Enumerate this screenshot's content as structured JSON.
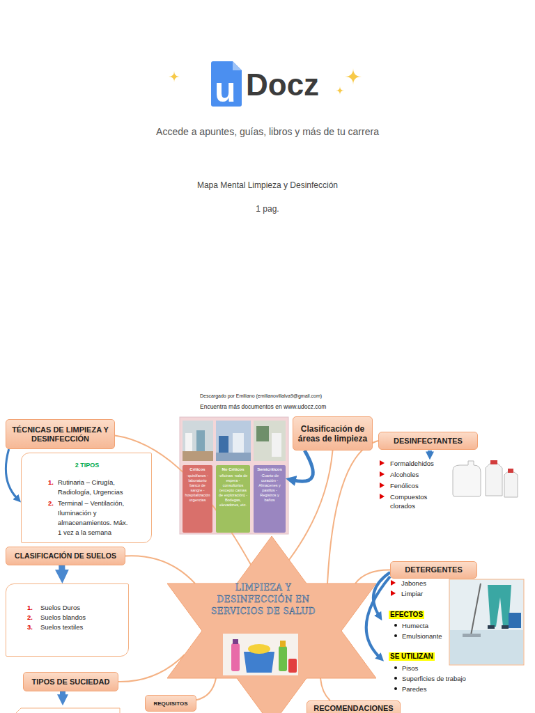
{
  "diagram": {
    "nodes": [
      {
        "text": [
          "TÉCNICAS DE LIMPIEZA Y DESINFECCIÓN"
        ]
      },
      {
        "text": [
          "2 TIPOS",
          "1.",
          "Rutinaria – Cirugía, Radiología, Urgencias",
          "2.",
          "Terminal – Ventilación, Iluminación y almacenamientos. Máx. 1 vez a la semana"
        ]
      },
      {
        "text": [
          "Críticos",
          "-quirófanos -laboratorio banco de sangre -hospitalización urgencias"
        ]
      },
      {
        "text": [
          "No Críticos",
          "-oficinas -sala de espera -consultorios (excepto camas de exploración) -Bodegas, elevadores, etc."
        ]
      },
      {
        "text": [
          "Semicríticos",
          "-Cuarto de curación -Almacenes y pasillos -Registros y baños"
        ]
      },
      {
        "text": [
          "Clasificación de áreas de limpieza"
        ]
      },
      {
        "text": [
          "DESINFECTANTES"
        ]
      },
      {
        "text": [
          "CLASIFICACIÓN DE SUELOS"
        ]
      },
      {
        "text": [
          "1.",
          "Suelos Duros",
          "2.",
          "Suelos blandos",
          "3.",
          "Suelos textiles"
        ]
      },
      {
        "text": [
          "LIMPIEZA Y DESINFECCIÓN EN SERVICIOS DE SALUD"
        ]
      },
      {
        "text": [
          "DETERGENTES"
        ]
      },
      {
        "text": [
          "TIPOS DE SUCIEDAD"
        ]
      },
      {
        "text": [
          "REQUISITOS"
        ]
      },
      {
        "text": [
          "RECOMENDACIONES"
        ]
      }
    ],
    "edges": [
      {
        "from": 0,
        "to": 1,
        "arrow": "to"
      },
      {
        "from": 5,
        "to": 4,
        "arrow": "to"
      },
      {
        "from": 7,
        "to": 8,
        "arrow": "to"
      },
      {
        "from": 9,
        "to": 0,
        "arrow": "none"
      },
      {
        "from": 9,
        "to": 5,
        "arrow": "none"
      },
      {
        "from": 9,
        "to": 6,
        "arrow": "none"
      },
      {
        "from": 9,
        "to": 7,
        "arrow": "none"
      },
      {
        "from": 9,
        "to": 10,
        "arrow": "none"
      },
      {
        "from": 9,
        "to": 11,
        "arrow": "none"
      },
      {
        "from": 9,
        "to": 12,
        "arrow": "none"
      },
      {
        "from": 9,
        "to": 13,
        "arrow": "none"
      }
    ],
    "labels": [
      "u",
      "Docz",
      "Accede a apuntes, guías, libros y más de tu carrera",
      "Mapa Mental Limpieza y Desinfección",
      "1 pag.",
      "Descargado por Emiliano (emilianovillalva9@gmail.com)",
      "Encuentra más documentos en www.udocz.com",
      "Formaldehidos",
      "Alcoholes",
      "Fenólicos",
      "Compuestos clorados",
      "Jabones",
      "Limpiar",
      "EFECTOS",
      "Humecta",
      "Emulsionante",
      "SE UTILIZAN",
      "Pisos",
      "Superficies de trabajo",
      "Paredes"
    ]
  }
}
